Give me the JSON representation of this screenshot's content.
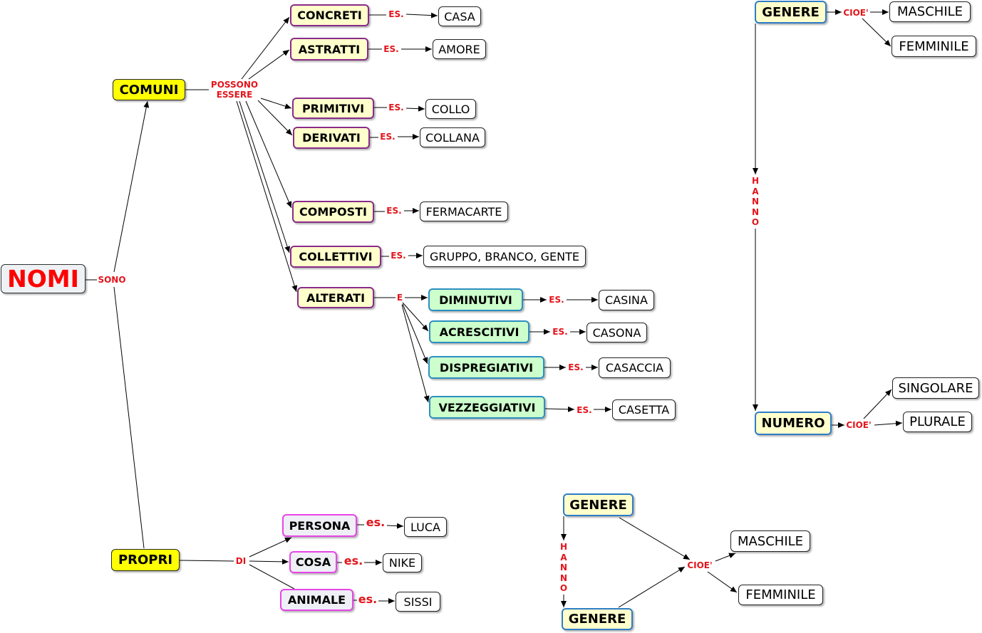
{
  "root": {
    "label": "NOMI",
    "link_label": "SONO"
  },
  "comuni": {
    "label": "COMUNI",
    "link_label_lines": [
      "POSSONO",
      "ESSERE"
    ],
    "types": [
      {
        "label": "CONCRETI",
        "link_label": "ES.",
        "example": "CASA"
      },
      {
        "label": "ASTRATTI",
        "link_label": "ES.",
        "example": "AMORE"
      },
      {
        "label": "PRIMITIVI",
        "link_label": "ES.",
        "example": "COLLO"
      },
      {
        "label": "DERIVATI",
        "link_label": "ES.",
        "example": "COLLANA"
      },
      {
        "label": "COMPOSTI",
        "link_label": "ES.",
        "example": "FERMACARTE"
      },
      {
        "label": "COLLETTIVI",
        "link_label": "ES.",
        "example": "GRUPPO, BRANCO, GENTE"
      }
    ],
    "alterati": {
      "label": "ALTERATI",
      "link_label": "E",
      "subtypes": [
        {
          "label": "DIMINUTIVI",
          "link_label": "ES.",
          "example": "CASINA"
        },
        {
          "label": "ACRESCITIVI",
          "link_label": "ES.",
          "example": "CASONA"
        },
        {
          "label": "DISPREGIATIVI",
          "link_label": "ES.",
          "example": "CASACCIA"
        },
        {
          "label": "VEZZEGGIATIVI",
          "link_label": "ES.",
          "example": "CASETTA"
        }
      ]
    }
  },
  "propri": {
    "label": "PROPRI",
    "link_label": "DI",
    "types": [
      {
        "label": "PERSONA",
        "link_label": "es.",
        "example": "LUCA"
      },
      {
        "label": "COSA",
        "link_label": "es.",
        "example": "NIKE"
      },
      {
        "label": "ANIMALE",
        "link_label": "es.",
        "example": "SISSI"
      }
    ]
  },
  "genere_numero": {
    "genere": {
      "label": "GENERE",
      "link_label": "CIOE'",
      "values": [
        "MASCHILE",
        "FEMMINILE"
      ]
    },
    "link_label": "HANNO",
    "numero": {
      "label": "NUMERO",
      "link_label": "CIOE'",
      "values": [
        "SINGOLARE",
        "PLURALE"
      ]
    }
  },
  "genere_genere": {
    "top_label": "GENERE",
    "link_label": "HANNO",
    "bottom_label": "GENERE",
    "shared_link_label": "CIOE'",
    "values": [
      "MASCHILE",
      "FEMMINILE"
    ]
  },
  "colors": {
    "link-text": "#e3141b",
    "root-text": "#ff0000",
    "root-fill": "#eef2f5",
    "category-fill": "#ffff00",
    "type-fill": "#ffffcc",
    "type-border": "#8a2b8a",
    "subtype-fill": "#ccffcc",
    "subtype-border": "#2b8fc2",
    "proper-fill": "#efeff6",
    "proper-border": "#e845e8",
    "attribute-fill": "#ffffcc",
    "attribute-border": "#2e7dc6",
    "example-fill": "#ffffff"
  }
}
